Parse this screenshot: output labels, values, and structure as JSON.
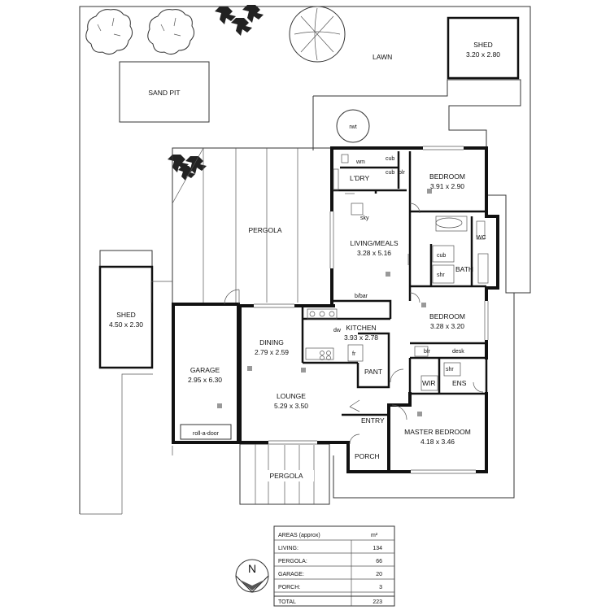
{
  "site": {
    "lawn": "LAWN",
    "sand_pit": "SAND PIT",
    "rwt": "rwt",
    "pergola_rear": "PERGOLA",
    "pergola_front": "PERGOLA",
    "shed_small_name": "SHED",
    "shed_small_size": "3.20 x 2.80",
    "shed_side_name": "SHED",
    "shed_side_size": "4.50 x 2.30"
  },
  "rooms": {
    "laundry": "L'DRY",
    "wm": "wm",
    "cub1": "cub",
    "cub2": "cub",
    "cub3": "cub",
    "blr1": "blr",
    "blr2": "blr",
    "bedroom2_name": "BEDROOM",
    "bedroom2_size": "3.91 x 2.90",
    "sky": "sky",
    "living_name": "LIVING/MEALS",
    "living_size": "3.28 x 5.16",
    "wc": "WC",
    "bath": "BATH",
    "shr1": "shr",
    "shr2": "shr",
    "bbar": "b/bar",
    "bedroom3_name": "BEDROOM",
    "bedroom3_size": "3.28 x 3.20",
    "dining_name": "DINING",
    "dining_size": "2.79 x 2.59",
    "dw": "dw",
    "kitchen_name": "KITCHEN",
    "kitchen_size": "3.93 x 2.78",
    "fr": "fr",
    "desk": "desk",
    "garage_name": "GARAGE",
    "garage_size": "2.95 x 6.30",
    "pant": "PANT",
    "wir": "WIR",
    "ens": "ENS",
    "lounge_name": "LOUNGE",
    "lounge_size": "5.29 x 3.50",
    "entry": "ENTRY",
    "master_name": "MASTER BEDROOM",
    "master_size": "4.18 x 3.46",
    "roll_a_door": "roll-a-door",
    "porch": "PORCH"
  },
  "areas": {
    "header": "AREAS (approx)",
    "unit": "m²",
    "rows": [
      {
        "label": "LIVING:",
        "value": "134"
      },
      {
        "label": "PERGOLA:",
        "value": "66"
      },
      {
        "label": "GARAGE:",
        "value": "20"
      },
      {
        "label": "PORCH:",
        "value": "3"
      },
      {
        "label": "TOTAL",
        "value": "223"
      }
    ]
  },
  "north": "N"
}
